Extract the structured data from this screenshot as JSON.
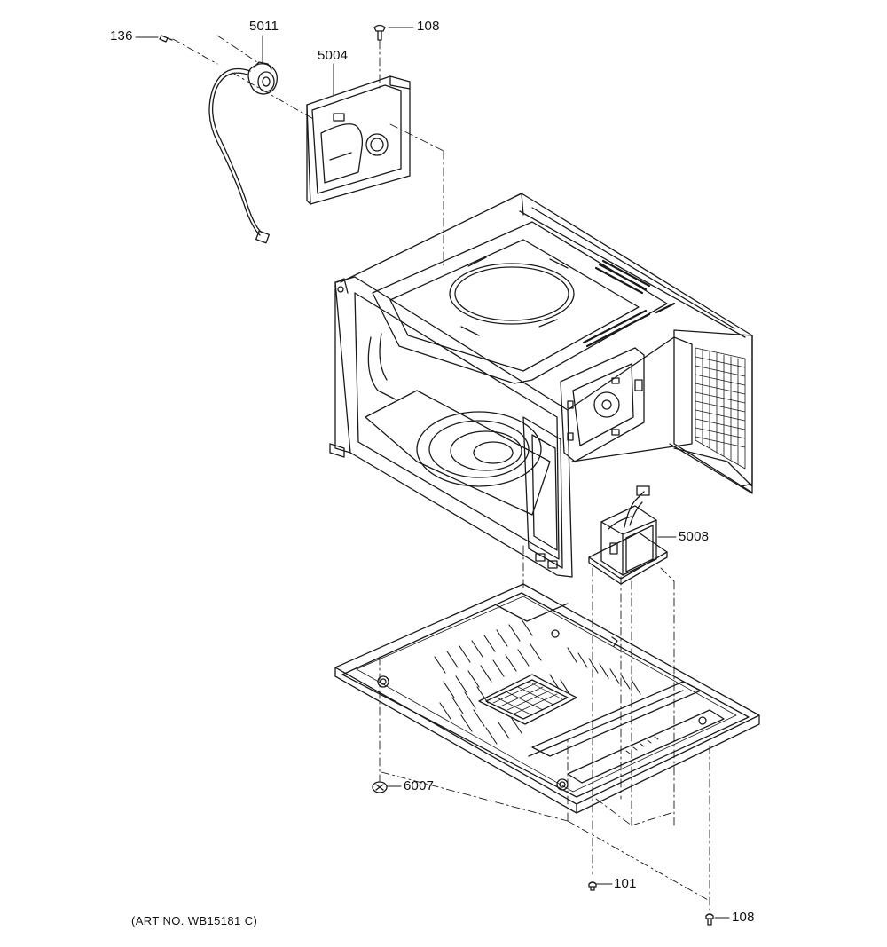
{
  "parts": [
    {
      "id": "part-136",
      "label": "136"
    },
    {
      "id": "part-5011",
      "label": "5011"
    },
    {
      "id": "part-108-top",
      "label": "108"
    },
    {
      "id": "part-5004",
      "label": "5004"
    },
    {
      "id": "part-5008",
      "label": "5008"
    },
    {
      "id": "part-6007",
      "label": "6007"
    },
    {
      "id": "part-101",
      "label": "101"
    },
    {
      "id": "part-108-bottom",
      "label": "108"
    }
  ],
  "art_number": "(ART NO. WB15181 C)"
}
